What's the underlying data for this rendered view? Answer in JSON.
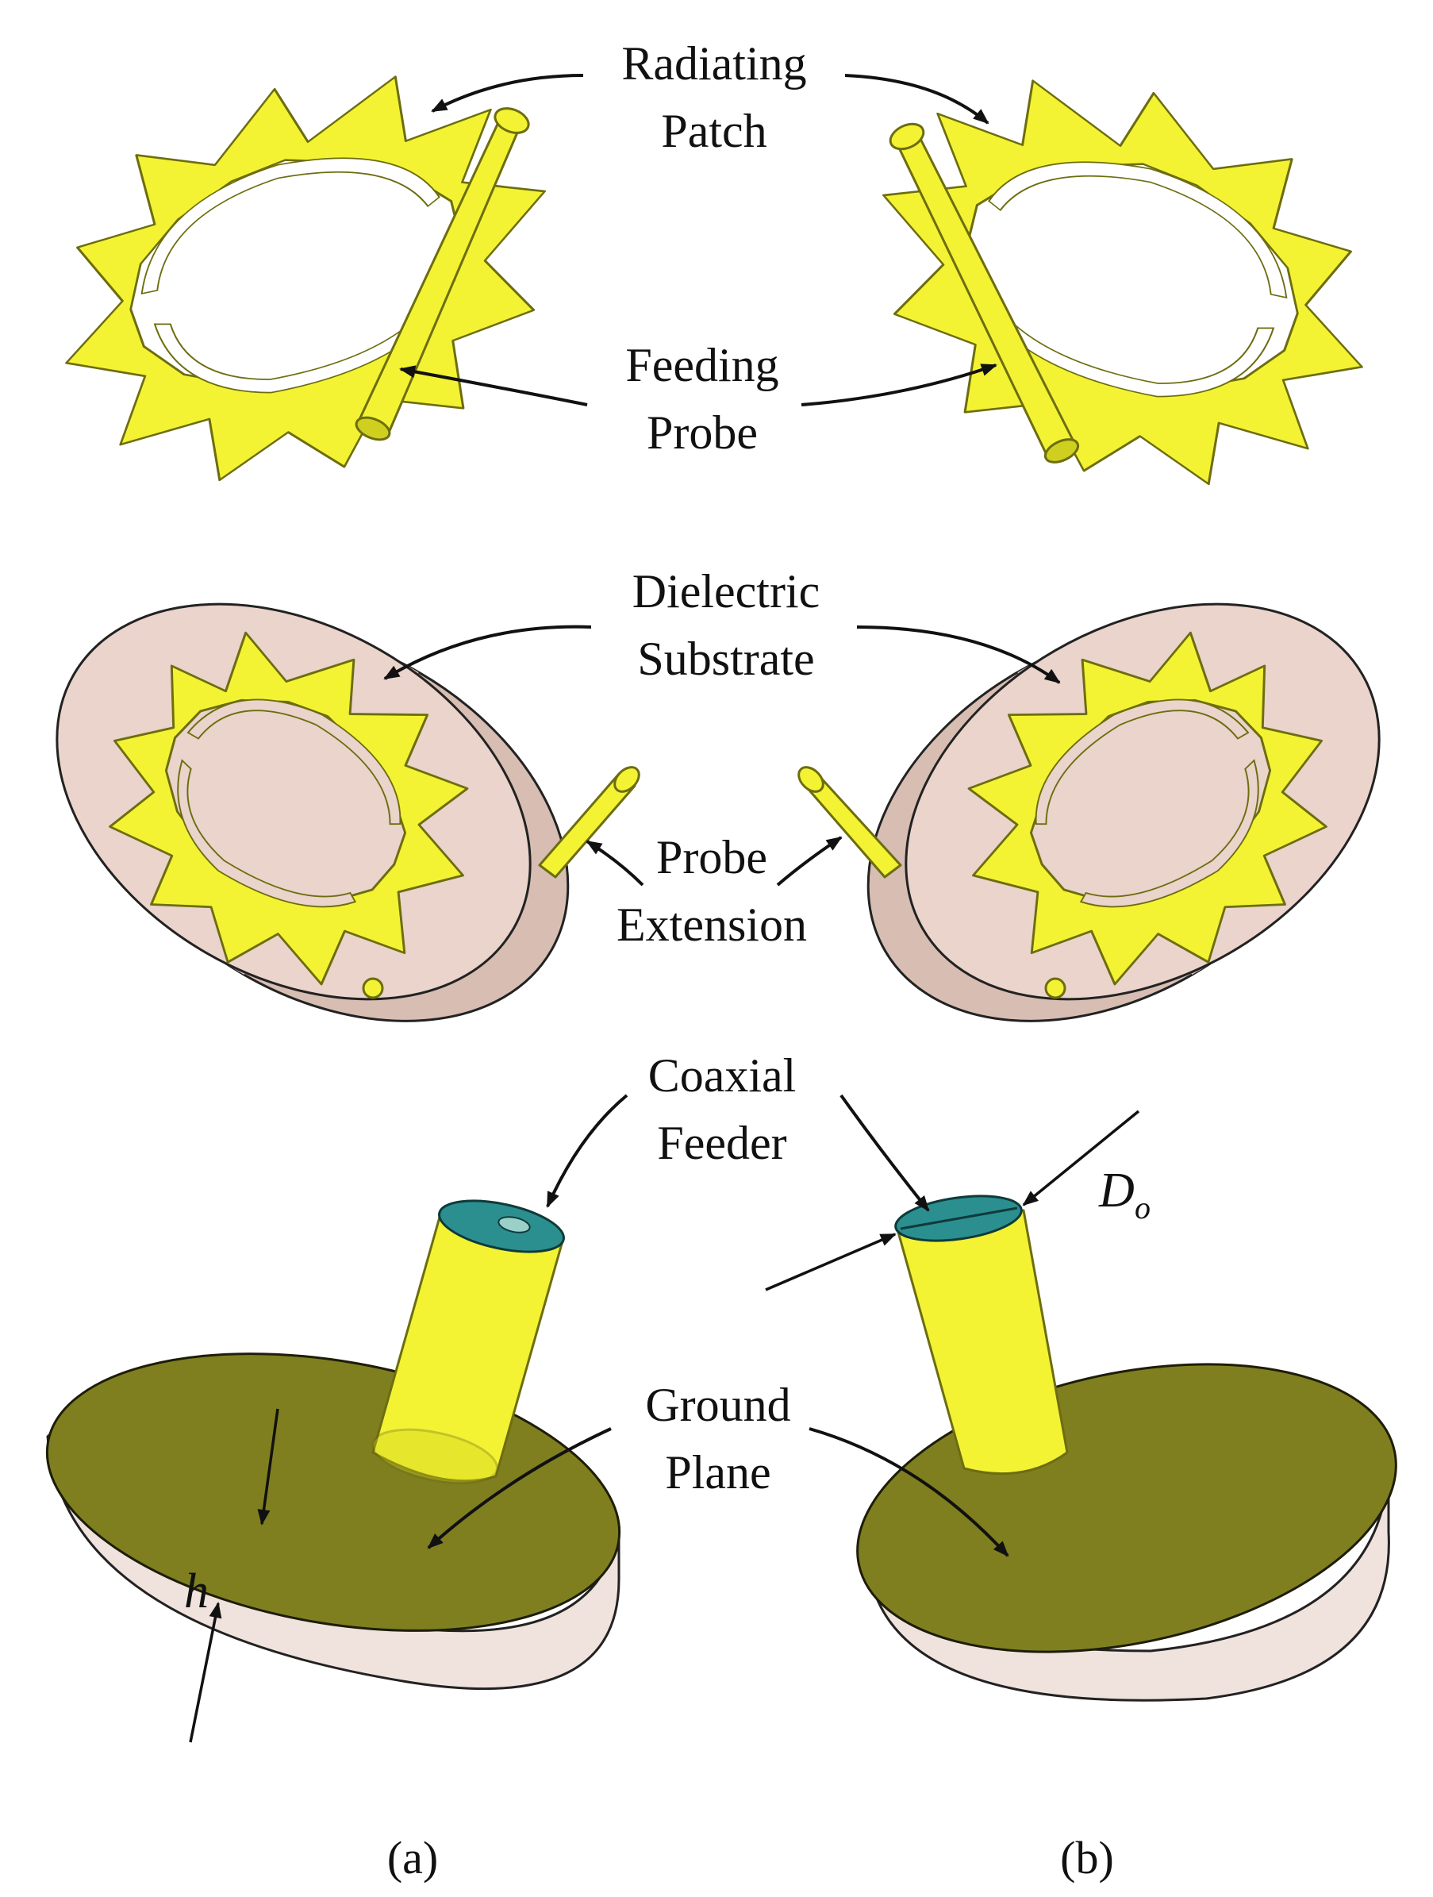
{
  "labels": {
    "radiating_patch_line1": "Radiating",
    "radiating_patch_line2": "Patch",
    "feeding_probe_line1": "Feeding",
    "feeding_probe_line2": "Probe",
    "dielectric_substrate_line1": "Dielectric",
    "dielectric_substrate_line2": "Substrate",
    "probe_extension_line1": "Probe",
    "probe_extension_line2": "Extension",
    "coaxial_feeder_line1": "Coaxial",
    "coaxial_feeder_line2": "Feeder",
    "ground_plane_line1": "Ground",
    "ground_plane_line2": "Plane"
  },
  "symbols": {
    "outer_diameter_base": "D",
    "outer_diameter_subscript": "o",
    "height": "h"
  },
  "captions": {
    "a": "(a)",
    "b": "(b)"
  },
  "colors": {
    "metal_yellow": "#f3f334",
    "substrate_pink": "#ead4cb",
    "ground_olive": "#7f7f20",
    "coax_teal": "#2b8f8f"
  }
}
